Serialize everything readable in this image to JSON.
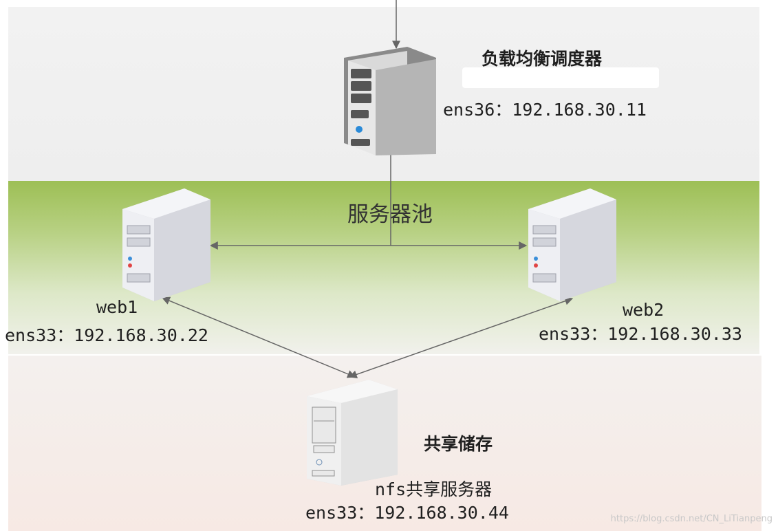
{
  "title": "服务器池",
  "balancer": {
    "name": "负载均衡调度器",
    "ip": "ens36：192.168.30.11"
  },
  "web1": {
    "name": "web1",
    "ip": "ens33：192.168.30.22"
  },
  "web2": {
    "name": "web2",
    "ip": "ens33：192.168.30.33"
  },
  "storage": {
    "group": "共享储存",
    "name": "nfs共享服务器",
    "ip": "ens33：192.168.30.44"
  },
  "watermark": "https://blog.csdn.net/CN_LiTianpeng",
  "colors": {
    "pool_green": "#9dbf55",
    "line": "#666666"
  }
}
